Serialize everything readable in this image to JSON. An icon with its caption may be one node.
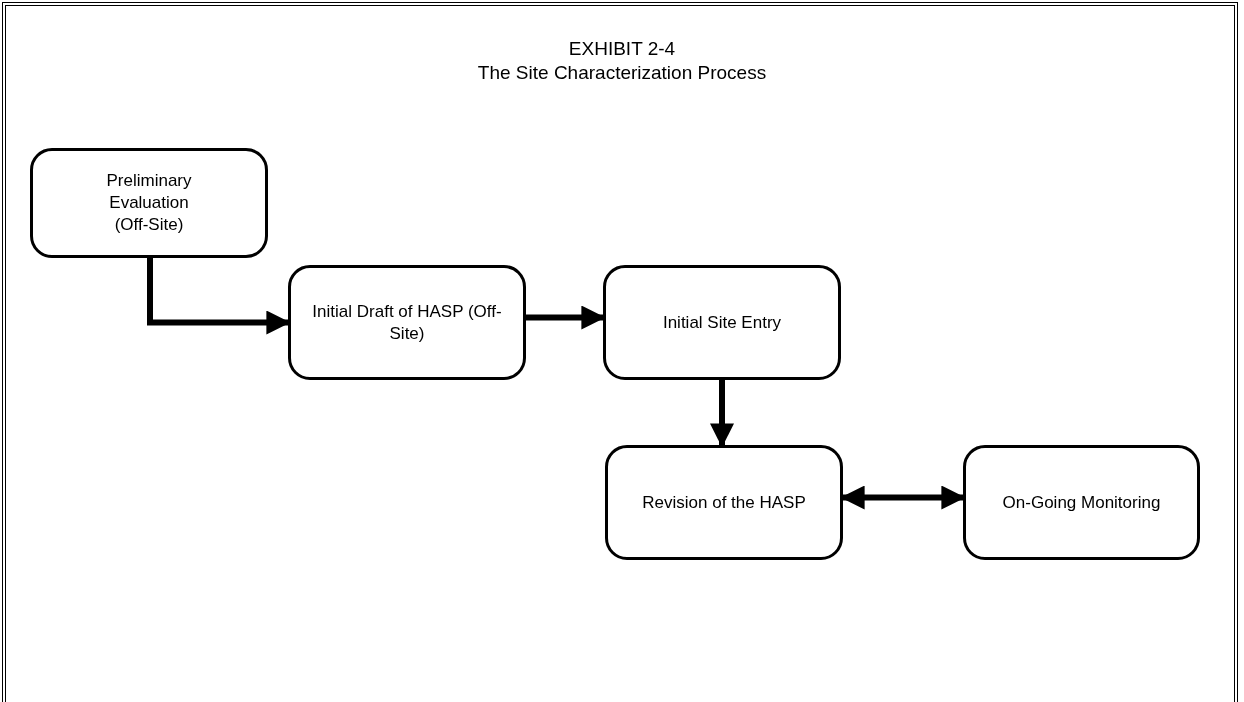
{
  "diagram": {
    "title": "The Site Characterization Process",
    "labels": [
      "EXHIBIT 2-4"
    ],
    "nodes": [
      {
        "text": [
          "Preliminary Evaluation (Off-Site)"
        ]
      },
      {
        "text": [
          "Initial Draft of HASP (Off-Site)"
        ]
      },
      {
        "text": [
          "Initial Site Entry"
        ]
      },
      {
        "text": [
          "Revision of the HASP"
        ]
      },
      {
        "text": [
          "On-Going Monitoring"
        ]
      }
    ],
    "edges": [
      {
        "from": 0,
        "to": 1,
        "arrow": "to"
      },
      {
        "from": 1,
        "to": 2,
        "arrow": "to"
      },
      {
        "from": 2,
        "to": 3,
        "arrow": "to"
      },
      {
        "from": 3,
        "to": 4,
        "arrow": "both"
      }
    ]
  }
}
